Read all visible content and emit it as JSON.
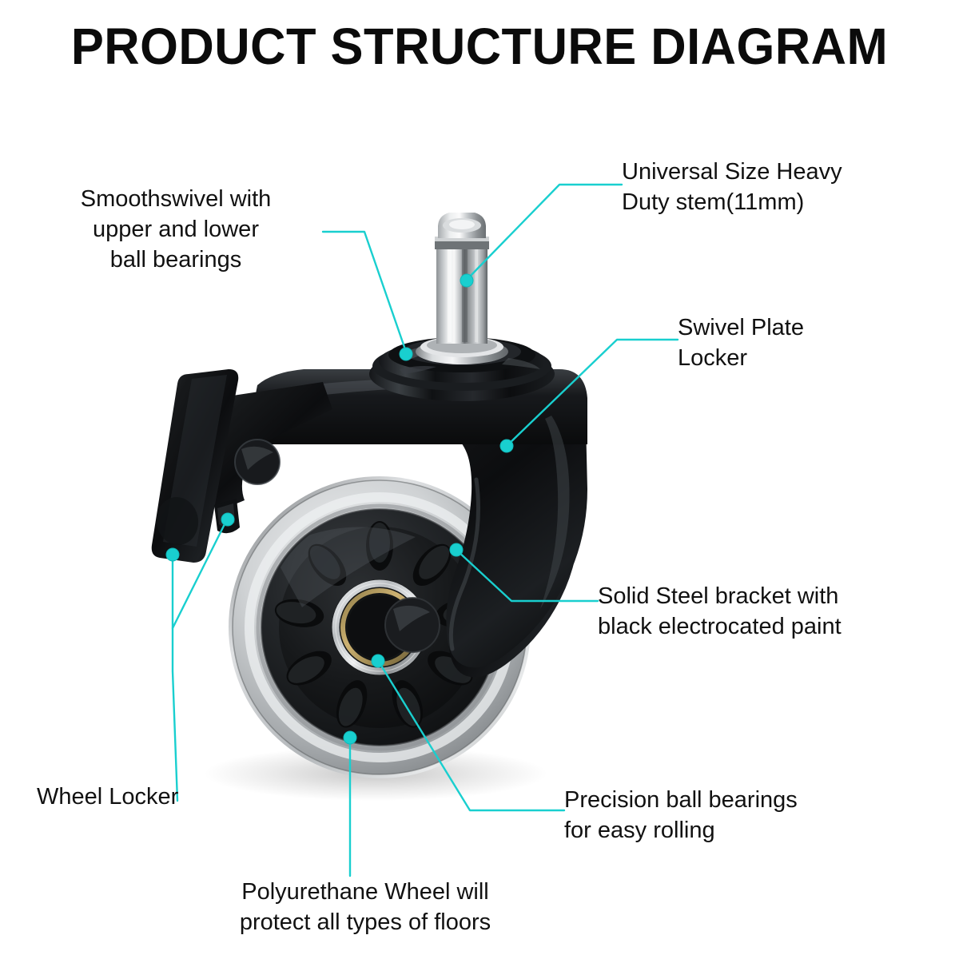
{
  "page": {
    "title": "PRODUCT STRUCTURE DIAGRAM",
    "background_color": "#ffffff",
    "accent_color": "#19cfcf",
    "text_color": "#111111"
  },
  "product": {
    "name": "Swivel Caster Wheel",
    "parts": {
      "stem": "Universal Size Heavy Duty stem (11mm)",
      "swivel_plate": "Swivel Plate Locker",
      "bracket": "Solid Steel bracket",
      "wheel": "Polyurethane Wheel",
      "bearing": "Precision ball bearing",
      "brake": "Wheel Locker lever"
    },
    "colors": {
      "bracket_black": "#141414",
      "stem_chrome": "#c9ccce",
      "tire_gray": "#c6c9cb",
      "hub_dark": "#202224",
      "bearing_ring": "#d8dade",
      "bearing_inner": "#b79a57"
    }
  },
  "callouts": [
    {
      "id": "smooth-swivel",
      "name": "smooth-swivel",
      "text": "Smoothswivel with\nupper and lower\nball bearings",
      "side": "left",
      "align": "center"
    },
    {
      "id": "heavy-duty-stem",
      "name": "heavy-duty-stem",
      "text": "Universal Size Heavy\nDuty stem(11mm)",
      "side": "right",
      "align": "left"
    },
    {
      "id": "swivel-plate-locker",
      "name": "swivel-plate-locker",
      "text": "Swivel Plate\nLocker",
      "side": "right",
      "align": "left"
    },
    {
      "id": "solid-steel-bracket",
      "name": "solid-steel-bracket",
      "text": "Solid Steel bracket with\nblack electrocated paint",
      "side": "right",
      "align": "left"
    },
    {
      "id": "precision-ball-bearings",
      "name": "precision-ball-bearings",
      "text": "Precision ball bearings\nfor easy rolling",
      "side": "right",
      "align": "left"
    },
    {
      "id": "wheel-locker",
      "name": "wheel-locker",
      "text": "Wheel Locker",
      "side": "left",
      "align": "left"
    },
    {
      "id": "polyurethane-wheel",
      "name": "polyurethane-wheel",
      "text": "Polyurethane Wheel will\nprotect all types of floors",
      "side": "bottom",
      "align": "center"
    }
  ]
}
